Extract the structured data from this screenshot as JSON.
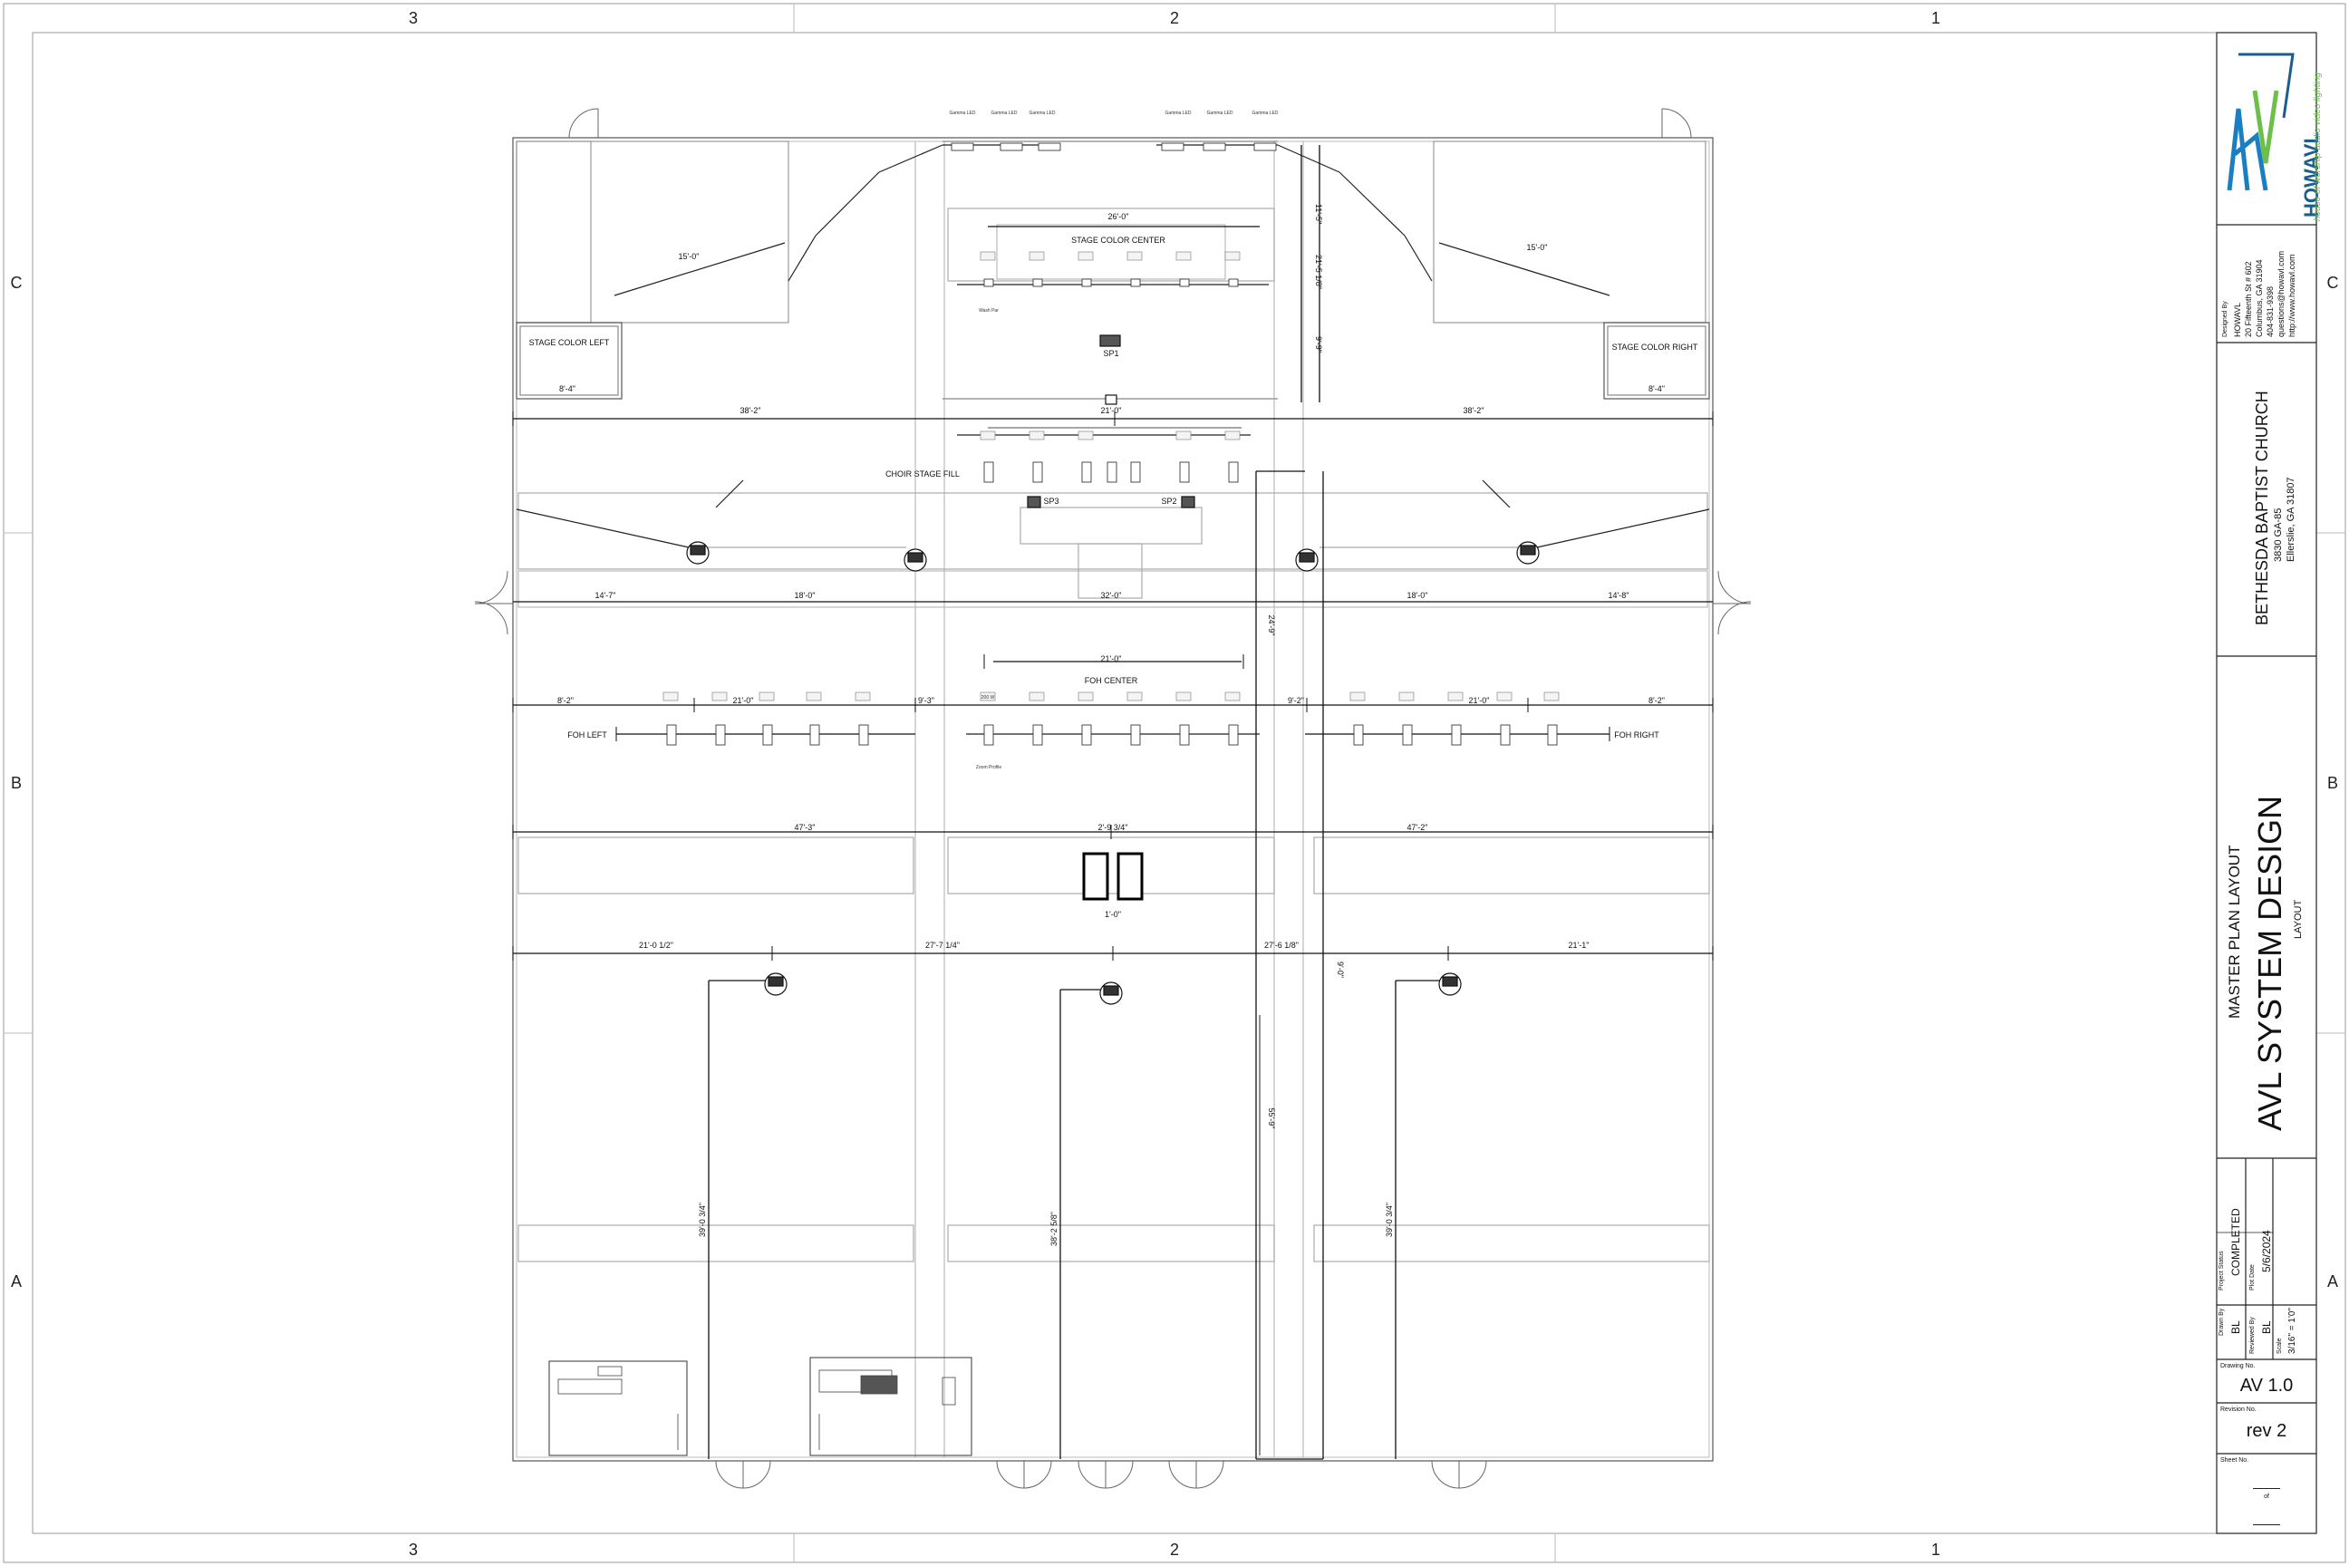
{
  "grid": {
    "columns": [
      "3",
      "2",
      "1"
    ],
    "rows": [
      "C",
      "B",
      "A"
    ]
  },
  "areas": {
    "stage_color_center": "STAGE COLOR CENTER",
    "stage_color_left": "STAGE COLOR LEFT",
    "stage_color_right": "STAGE COLOR RIGHT",
    "choir_stage_fill": "CHOIR STAGE FILL",
    "foh_center": "FOH CENTER",
    "foh_left": "FOH LEFT",
    "foh_right": "FOH RIGHT",
    "sp1": "SP1",
    "sp2": "SP2",
    "sp3": "SP3"
  },
  "dimensions": {
    "d26_0": "26'-0\"",
    "d15_0_left": "15'-0\"",
    "d15_0_right": "15'-0\"",
    "d8_4_left": "8'-4\"",
    "d8_4_right": "8'-4\"",
    "d38_2_left": "38'-2\"",
    "d38_2_right": "38'-2\"",
    "d21_0_choir": "21'-0\"",
    "d14_7": "14'-7\"",
    "d18_0_left": "18'-0\"",
    "d32_0": "32'-0\"",
    "d18_0_right": "18'-0\"",
    "d14_8": "14'-8\"",
    "d21_0_foh": "21'-0\"",
    "d8_2_left": "8'-2\"",
    "d21_0_fohl": "21'-0\"",
    "d9_3": "9'-3\"",
    "d9_2": "9'-2\"",
    "d21_0_fohr": "21'-0\"",
    "d8_2_right": "8'-2\"",
    "d47_3": "47'-3\"",
    "d2_9_3_4": "2'-9 3/4\"",
    "d47_2": "47'-2\"",
    "d1_0": "1'-0\"",
    "d21_0_1_2": "21'-0 1/2\"",
    "d27_7_1_4": "27'-7 1/4\"",
    "d27_6_1_8": "27'-6 1/8\"",
    "d21_1": "21'-1\"",
    "d11_5": "11'-5\"",
    "d21_5_1_8": "21'-5 1/8\"",
    "d9_9": "9'-9\"",
    "d24_9": "24'-9\"",
    "d55_9": "55'-9\"",
    "d9_0": "9'-0\"",
    "d39_0_3_4_left": "39'-0 3/4\"",
    "d38_2_5_8": "38'-2 5/8\"",
    "d39_0_3_4_right": "39'-0 3/4\""
  },
  "fixtures": {
    "stage_center_top": [
      "Gamma LED",
      "Gamma LED",
      "Gamma LED",
      "Gamma LED",
      "Gamma LED",
      "Gamma LED"
    ],
    "beam_label": "200 W",
    "wash_label": "Wash Par",
    "profile_label": "Zoom Profile"
  },
  "title_block": {
    "brand": "HOWAVL",
    "tagline": "house of worship audio video lighting",
    "designed_by_label": "Designed By",
    "company": "HOWAVL",
    "address1": "20 Fifteenth St # 602",
    "address2": "Columbus, GA 31904",
    "phone": "404-831-9398",
    "email": "questions@howavl.com",
    "website": "http://www.howavl.com",
    "client": "BETHESDA BAPTIST CHURCH",
    "client_address1": "3830 GA-85",
    "client_address2": "Ellerslie, GA 31807",
    "sheet_subtitle": "MASTER PLAN LAYOUT",
    "sheet_title": "AVL SYSTEM DESIGN",
    "sheet_type": "LAYOUT",
    "project_status_label": "Project Status",
    "project_status": "COMPLETED",
    "plot_date_label": "Plot Date",
    "plot_date": "5/6/2024",
    "drawn_by_label": "Drawn By",
    "drawn_by": "BL",
    "reviewed_by_label": "Reviewed By",
    "reviewed_by": "BL",
    "scale_label": "Scale",
    "scale": "3/16\" = 1'0\"",
    "drawing_no_label": "Drawing No.",
    "drawing_no": "AV 1.0",
    "revision_no_label": "Revision No.",
    "revision_no": "rev 2",
    "sheet_no_label": "Sheet No.",
    "sheet_of": "of"
  }
}
